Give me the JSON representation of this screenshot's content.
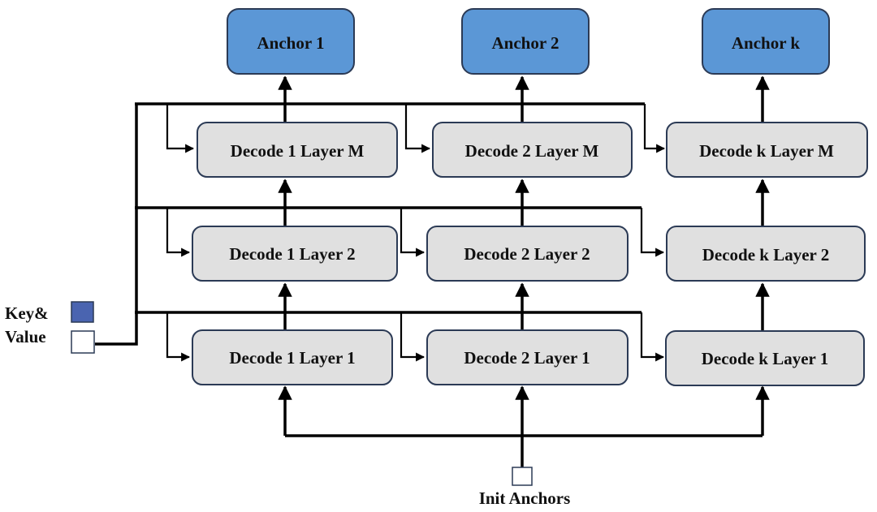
{
  "anchors": [
    {
      "label": "Anchor 1"
    },
    {
      "label": "Anchor 2"
    },
    {
      "label": "Anchor k"
    }
  ],
  "decoders": [
    {
      "layers": [
        "Decode 1 Layer M",
        "Decode 1 Layer 2",
        "Decode 1 Layer 1"
      ]
    },
    {
      "layers": [
        "Decode 2 Layer M",
        "Decode 2 Layer 2",
        "Decode 2 Layer 1"
      ]
    },
    {
      "layers": [
        "Decode k Layer M",
        "Decode k Layer 2",
        "Decode k Layer 1"
      ]
    }
  ],
  "key_value": {
    "line1": "Key&",
    "line2": "Value",
    "key_color": "#4a64b0",
    "value_color": "#ffffff"
  },
  "init_anchors": {
    "label": "Init Anchors"
  },
  "colors": {
    "anchor_fill": "#5b97d6",
    "decoder_fill": "#e0e0e0",
    "box_stroke": "#2b3a55",
    "line": "#000000"
  }
}
